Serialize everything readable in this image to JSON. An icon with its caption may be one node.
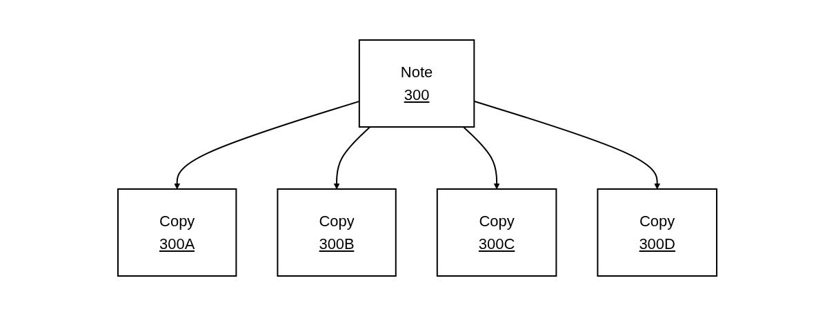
{
  "diagram": {
    "nodes": [
      {
        "text": [
          "Note",
          "300"
        ]
      },
      {
        "text": [
          "Copy",
          "300A"
        ]
      },
      {
        "text": [
          "Copy",
          "300B"
        ]
      },
      {
        "text": [
          "Copy",
          "300C"
        ]
      },
      {
        "text": [
          "Copy",
          "300D"
        ]
      }
    ],
    "edges": [
      {
        "from": 0,
        "to": 1,
        "arrow": "to"
      },
      {
        "from": 0,
        "to": 2,
        "arrow": "to"
      },
      {
        "from": 0,
        "to": 3,
        "arrow": "to"
      },
      {
        "from": 0,
        "to": 4,
        "arrow": "to"
      }
    ]
  }
}
